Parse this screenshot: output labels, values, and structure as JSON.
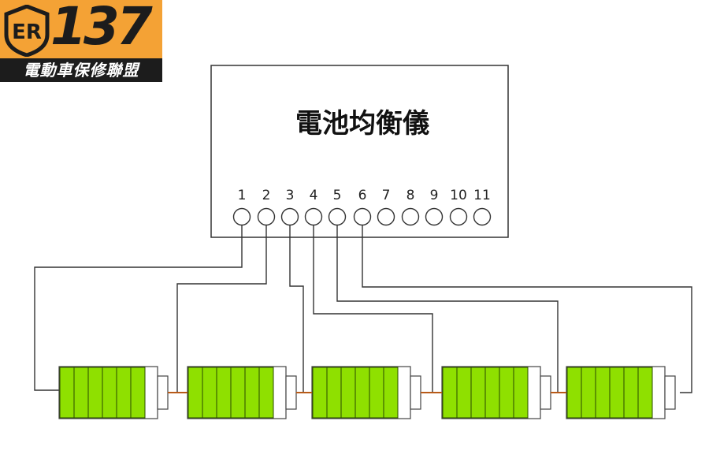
{
  "logo": {
    "badge_text": "ER",
    "number": "137",
    "tagline": "電動車保修聯盟",
    "colors": {
      "background": "#f4a235",
      "dark": "#1c1c1c"
    }
  },
  "device": {
    "title": "電池均衡儀",
    "ports": [
      "1",
      "2",
      "3",
      "4",
      "5",
      "6",
      "7",
      "8",
      "9",
      "10",
      "11"
    ],
    "connected_ports": 6
  },
  "batteries": {
    "count": 5,
    "cells_per_battery": 6,
    "colors": {
      "cell": "#8fe000",
      "cell_border": "#2a4a00",
      "link": "#b85a18",
      "wire": "#333333"
    }
  }
}
